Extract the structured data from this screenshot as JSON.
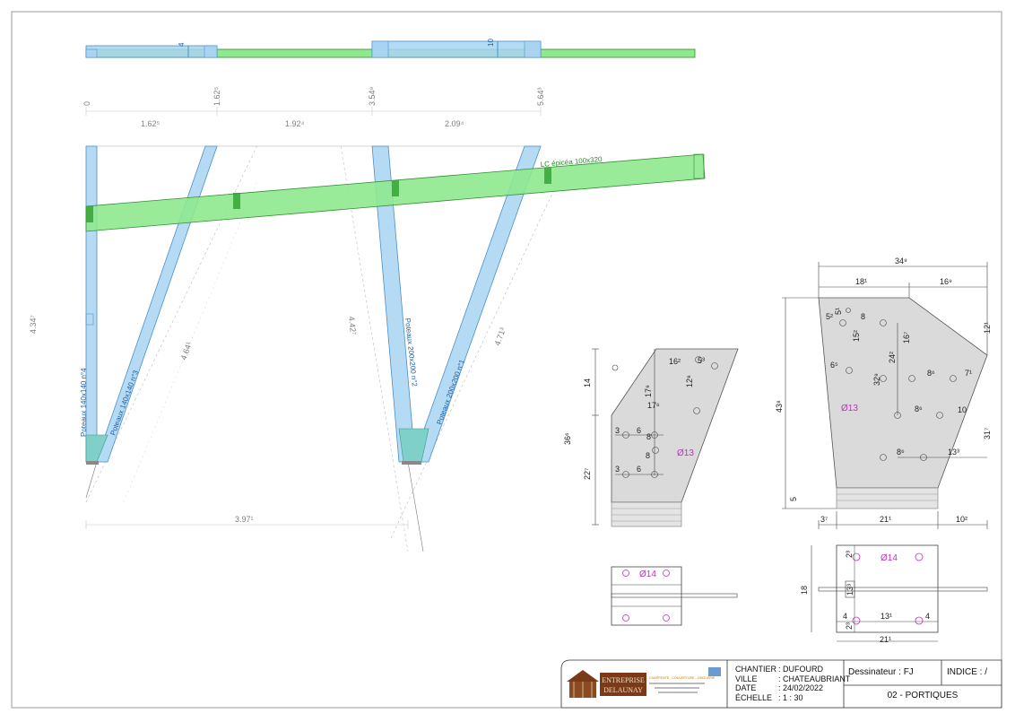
{
  "top_view": {
    "beam_marks": [
      "4",
      "10"
    ],
    "positions": [
      "0",
      "1.62⁵",
      "3.54⁹",
      "5.64³"
    ],
    "spans": [
      "1.62⁵",
      "1.92⁴",
      "2.09⁴"
    ]
  },
  "elevation": {
    "purlin_label": "LC épicéa 100x320",
    "post_labels": [
      "Poteaux 140x140 n°4",
      "Poteaux 140x140 n°3",
      "Poteaux 200x200 n°2",
      "Poteaux 200x200 n°1"
    ],
    "height_dims": [
      "4.34⁷",
      "4.64¹",
      "4.42⁷",
      "4.71³"
    ],
    "base_dim": "3.97¹"
  },
  "plate_small": {
    "dims": [
      "16²",
      "14",
      "36⁶",
      "22⁷",
      "17⁹",
      "17⁶",
      "12⁸",
      "5³",
      "3",
      "6",
      "3",
      "6",
      "8",
      "8"
    ],
    "hole_label": "Ø13",
    "section_hole_label": "Ø14"
  },
  "plate_large": {
    "dims": [
      "34⁹",
      "18¹",
      "16⁹",
      "43⁸",
      "12¹",
      "31⁷",
      "5",
      "3⁷",
      "21¹",
      "10²",
      "5²",
      "5¹",
      "8",
      "15²",
      "16⁷",
      "24²",
      "32⁹",
      "6⁵",
      "8⁶",
      "7¹",
      "8⁶",
      "10",
      "8⁶",
      "13³"
    ],
    "hole_label": "Ø13",
    "section": {
      "hole_label": "Ø14",
      "dims": [
        "18",
        "2³",
        "13³",
        "4",
        "13¹",
        "4",
        "2³",
        "21¹"
      ]
    }
  },
  "title_block": {
    "company_line1": "ENTREPRISE",
    "company_line2": "DELAUNAY",
    "company_services": "CHARPENTE - COUVERTURE - ZINGUERIE",
    "keys": [
      "CHANTIER",
      "VILLE",
      "DATE",
      "ÉCHELLE"
    ],
    "values": [
      ": DUFOURD",
      ": CHATEAUBRIANT",
      ": 24/02/2022",
      ": 1 : 30"
    ],
    "drawer": "Dessinateur : FJ",
    "index": "INDICE : /",
    "sheet_name": "02 - PORTIQUES"
  }
}
